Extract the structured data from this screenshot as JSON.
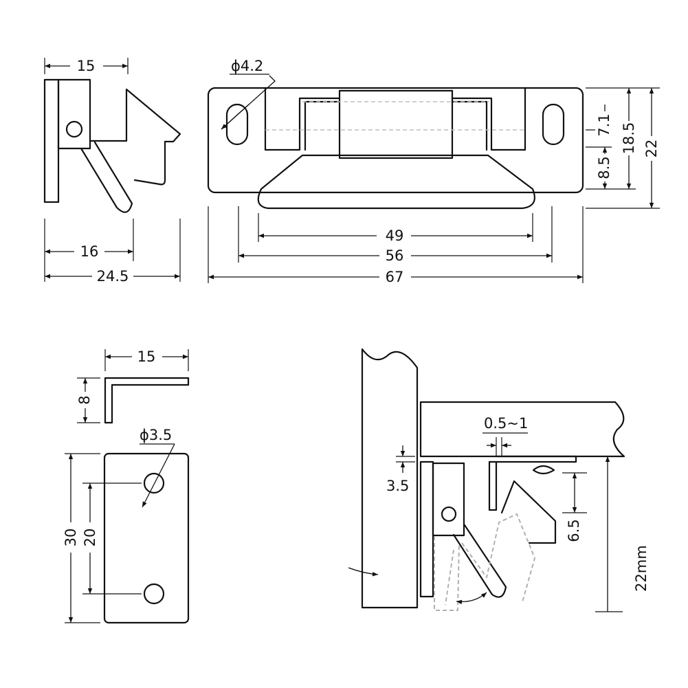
{
  "side_view": {
    "top_width": "15",
    "inner_width": "16",
    "total_width": "24.5"
  },
  "front_view": {
    "hole_dia": "ϕ4.2",
    "w1": "49",
    "w2": "56",
    "w3": "67",
    "h1": "7.1",
    "h2": "8.5",
    "h3": "18.5",
    "h4": "22"
  },
  "bracket_view": {
    "flange_width": "15",
    "flange_height": "8",
    "hole_dia": "ϕ3.5",
    "height": "30",
    "hole_spacing": "20"
  },
  "install_view": {
    "gap": "0.5~1",
    "offset": "3.5",
    "drop": "6.5",
    "height": "22mm"
  }
}
